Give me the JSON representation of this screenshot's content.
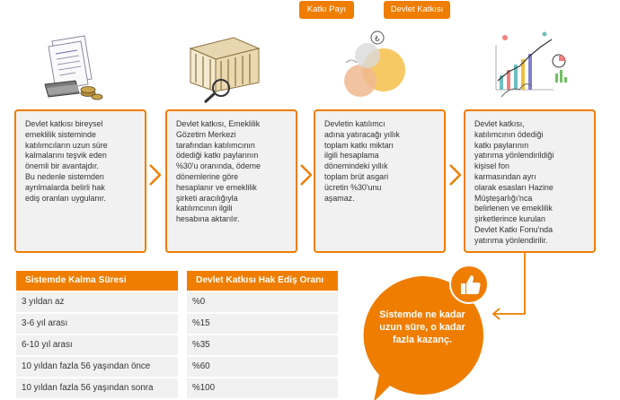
{
  "tags": {
    "katki_payi": "Katkı Payı",
    "devlet_katkisi": "Devlet Katkısı"
  },
  "steps": [
    {
      "lines": [
        "Devlet katkısı bireysel",
        "emeklilik sisteminde",
        "katılımcıların uzun süre",
        "kalmalarını teşvik eden",
        "önemli bir avantajdır.",
        "Bu nedenle sistemden",
        "ayrılmalarda belirli hak",
        "ediş oranları uygulanır."
      ]
    },
    {
      "lines": [
        "Devlet katkısı, Emeklilik",
        "Gözetim Merkezi",
        "tarafından katılımcının",
        "ödediği katkı paylarının",
        "%30'u oranında, ödeme",
        "dönemlerine göre",
        "hesaplanır ve emeklilik",
        "şirketi aracılığıyla",
        "katılımcının ilgili",
        "hesabına aktarılır."
      ]
    },
    {
      "lines": [
        "Devletin katılımcı",
        "adına yatıracağı yıllık",
        "toplam katkı miktarı",
        "ilgili hesaplama",
        "dönemindeki yıllık",
        "toplam brüt asgari",
        "ücretin %30'unu",
        "aşamaz."
      ]
    },
    {
      "lines": [
        "Devlet katkısı,",
        "katılımcının ödediği",
        "katkı paylarının",
        "yatırıma yönlendirildiği",
        "kişisel fon",
        "karmasından ayrı",
        "olarak esasları Hazine",
        "Müşteşarlığı'nca",
        "belirlenen ve emeklilik",
        "şirketlerince kurulan",
        "Devlet Katkı Fonu'nda",
        "yatırıma yönlendirilir."
      ]
    }
  ],
  "table": {
    "headers": [
      "Sistemde Kalma Süresi",
      "Devlet Katkısı Hak Ediş Oranı"
    ],
    "rows": [
      [
        "3 yıldan az",
        "%0"
      ],
      [
        "3-6 yıl arası",
        "%15"
      ],
      [
        "6-10 yıl arası",
        "%35"
      ],
      [
        "10 yıldan fazla 56 yaşından önce",
        "%60"
      ],
      [
        "10 yıldan fazla 56 yaşından sonra",
        "%100"
      ]
    ]
  },
  "bubble": {
    "lines": [
      "Sistemde ne kadar",
      "uzun süre, o kadar",
      "fazla kazanç."
    ]
  },
  "colors": {
    "accent": "#ef7d00",
    "panel": "#f1f1f1",
    "text": "#333333"
  },
  "icons": [
    "documents-money-icon",
    "bank-building-magnifier-icon",
    "coins-illustration-icon",
    "growth-chart-illustration-icon",
    "thumbs-up-icon",
    "chevron-right-icon"
  ]
}
